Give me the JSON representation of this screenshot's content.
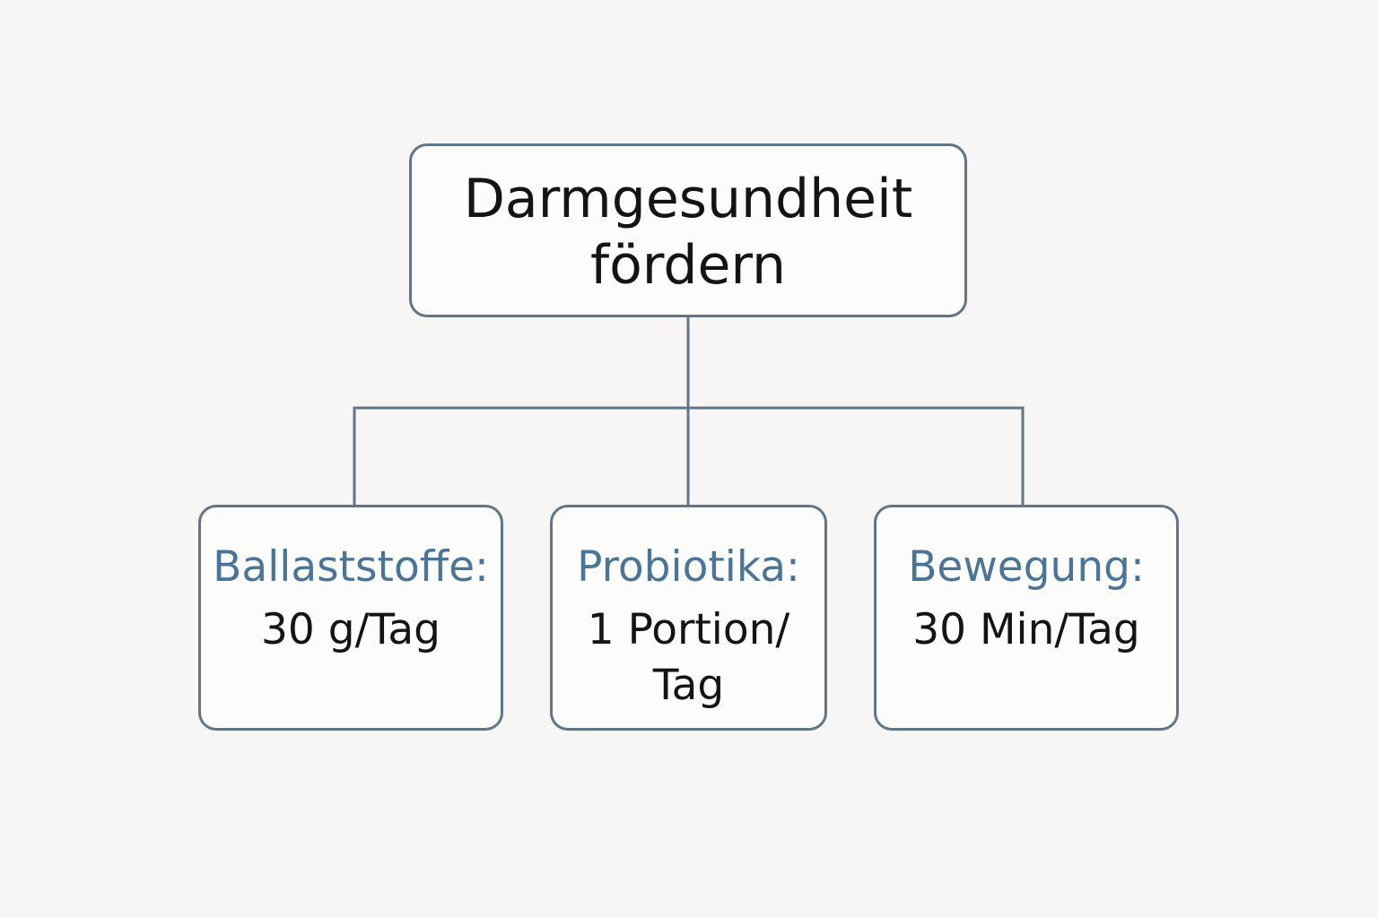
{
  "diagram": {
    "root": {
      "title_lines": [
        "Darmgesundheit",
        "fördern"
      ]
    },
    "children": [
      {
        "label": "Ballaststoffe:",
        "value": "30 g/Tag"
      },
      {
        "label": "Probiotika:",
        "value": "1 Portion/ Tag"
      },
      {
        "label": "Bewegung:",
        "value": "30 Min/Tag"
      }
    ],
    "colors": {
      "border": "#5f7689",
      "label": "#4a7596",
      "text": "#141414",
      "background": "#f7f6f4"
    }
  }
}
